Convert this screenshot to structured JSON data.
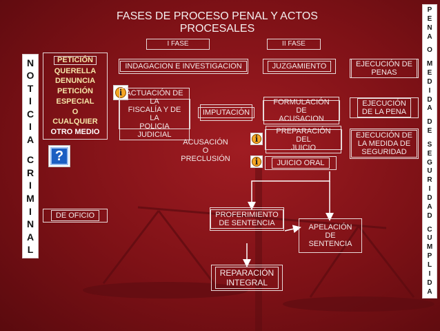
{
  "title": "FASES DE PROCESO PENAL Y ACTOS\nPROCESALES",
  "phase_1": "I FASE",
  "phase_2": "II FASE",
  "left_column": [
    "N",
    "O",
    "T",
    "I",
    "C",
    "I",
    "A",
    "",
    "C",
    "R",
    "I",
    "M",
    "I",
    "N",
    "A",
    "L"
  ],
  "right_column": [
    "P",
    "E",
    "N",
    "A",
    "",
    "O",
    "",
    "M",
    "E",
    "D",
    "I",
    "D",
    "A",
    "",
    "D",
    "E",
    "",
    "S",
    "E",
    "G",
    "U",
    "R",
    "I",
    "D",
    "A",
    "D",
    "",
    "C",
    "U",
    "M",
    "P",
    "L",
    "I",
    "D",
    "A"
  ],
  "left_panel_items": [
    "PETICIÓN",
    "QUERELLA",
    "DENUNCIA",
    "PETICIÓN",
    "ESPECIAL",
    "O",
    "CUALQUIER",
    "OTRO MEDIO"
  ],
  "de_oficio": "DE OFICIO",
  "boxes": {
    "indagacion": "INDAGACION E INVESTIGACION",
    "juzgamiento": "JUZGAMIENTO",
    "ejecucion_penas": "EJECUCIÓN DE\nPENAS",
    "actuacion": "ACTUACIÓN DE LA\nFISCALÍA Y DE LA\nPOLICIA JUDICIAL",
    "imputacion": "IMPUTACIÓN",
    "formulacion": "FORMULACIÓN DE\nACUSACION",
    "ejecucion_pena": "EJECUCIÓN\nDE LA PENA",
    "preparacion": "PREPARACIÓN DEL\nJUICIO",
    "ejecucion_medida": "EJECUCIÓN DE\nLA MEDIDA DE\nSEGURIDAD",
    "acusacion": "ACUSACIÓN\nO\nPRECLUSIÓN",
    "juicio_oral": "JUICIO ORAL",
    "proferimiento": "PROFERIMIENTO\nDE SENTENCIA",
    "apelacion": "APELACIÓN\nDE\nSENTENCIA",
    "reparacion": "REPARACIÓN\nINTEGRAL"
  },
  "icons": {
    "info": "info-icon",
    "help": "help-icon",
    "info_glyph": "i",
    "help_glyph": "?"
  },
  "colors": {
    "background": "#7d1116",
    "border": "#e8dada",
    "text": "#f3eaea",
    "left_panel_text": "#f5e6a8",
    "right_panel_text": "#111111",
    "info_icon": "#f5a623",
    "help_icon": "#1b5fc2"
  }
}
